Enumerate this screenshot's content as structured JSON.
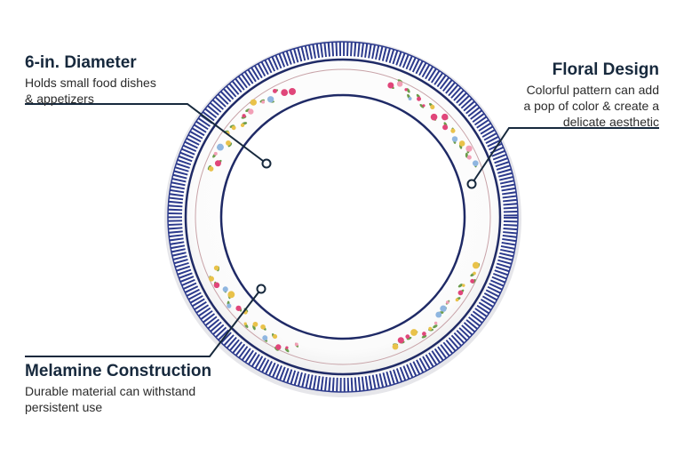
{
  "callouts": {
    "diameter": {
      "title": "6-in. Diameter",
      "line1": "Holds small food dishes",
      "line2": "& appetizers"
    },
    "floral": {
      "title": "Floral Design",
      "line1": "Colorful pattern can add",
      "line2": "a pop of color & create a",
      "line3": "delicate aesthetic"
    },
    "melamine": {
      "title": "Melamine Construction",
      "line1": "Durable material can withstand",
      "line2": "persistent use"
    }
  },
  "colors": {
    "title": "#17293d",
    "rim_stripe": "#2c3a8c",
    "plate_line": "#1f2a66",
    "leader": "#17293d",
    "flower_pink": "#e0467a",
    "flower_yellow": "#e9c24a",
    "leaf": "#6a9c4a"
  }
}
